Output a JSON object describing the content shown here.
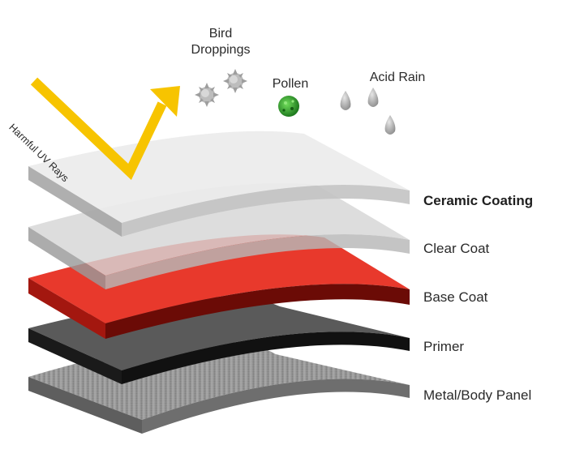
{
  "layers": [
    {
      "label": "Ceramic Coating",
      "bold": true
    },
    {
      "label": "Clear Coat"
    },
    {
      "label": "Base Coat"
    },
    {
      "label": "Primer"
    },
    {
      "label": "Metal/Body Panel"
    }
  ],
  "contaminants": {
    "bird_droppings": {
      "line1": "Bird",
      "line2": "Droppings"
    },
    "pollen": "Pollen",
    "acid_rain": "Acid Rain"
  },
  "uv": "Harmful UV Rays",
  "colors": {
    "uv_arrow": "#f7c400",
    "base_coat": "#e8392c",
    "primer": "#2b2b2b",
    "metal": "#8c8c8c",
    "clear_coat": "#c9c9c9",
    "ceramic": "#e0e0e0",
    "pollen": "#2e9b2e"
  }
}
